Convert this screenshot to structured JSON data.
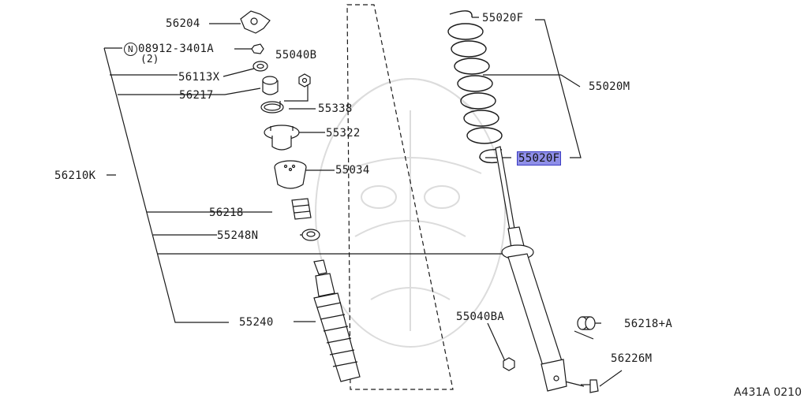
{
  "diagram": {
    "colors": {
      "line": "#1a1a1a",
      "highlight_fill": "#8f8fe8",
      "highlight_border": "#3d3dc4",
      "watermark": "#d9d9d9"
    },
    "parts": {
      "p56204": "56204",
      "p08912_prefix": "N",
      "p08912": "08912-3401A",
      "p08912_qty": "(2)",
      "p56113x": "56113X",
      "p56217": "56217",
      "p55040b": "55040B",
      "p55338": "55338",
      "p55322": "55322",
      "p55034": "55034",
      "p56210k": "56210K",
      "p56218": "56218",
      "p55248n": "55248N",
      "p55240": "55240",
      "p55020f_top": "55020F",
      "p55020m": "55020M",
      "p55020f_bottom": "55020F",
      "p55040ba": "55040BA",
      "p56218a": "56218+A",
      "p56226m": "56226M"
    },
    "reference": "A431A 0210"
  }
}
